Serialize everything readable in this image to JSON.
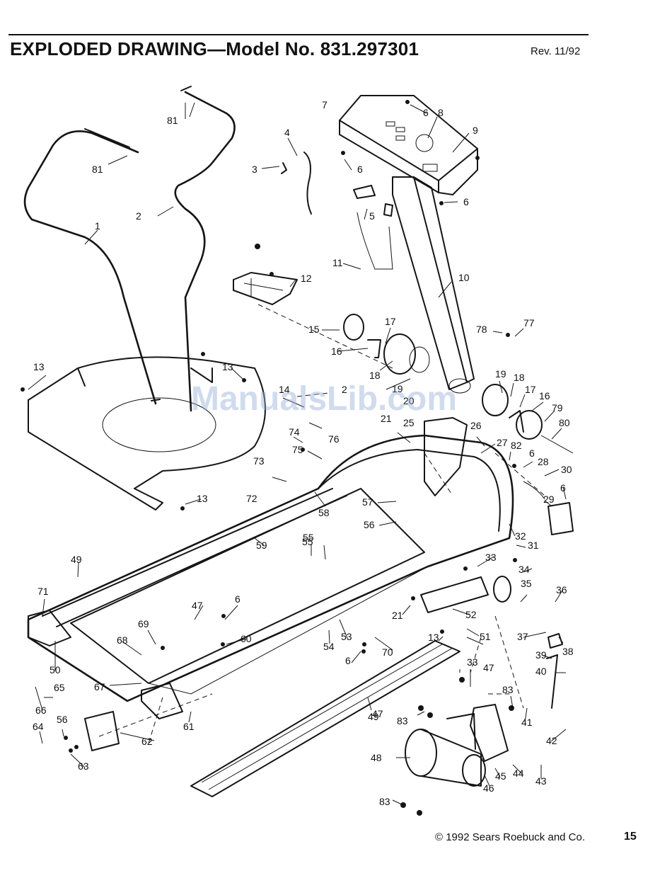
{
  "header": {
    "title": "EXPLODED DRAWING—Model No. 831.297301",
    "revision": "Rev. 11/92"
  },
  "footer": {
    "copyright": "© 1992 Sears Roebuck and Co.",
    "page_number": "15"
  },
  "watermark": "ManualsLib.com",
  "part_labels": [
    "1",
    "2",
    "3",
    "4",
    "5",
    "6",
    "7",
    "8",
    "9",
    "10",
    "11",
    "12",
    "13",
    "14",
    "15",
    "16",
    "17",
    "18",
    "19",
    "20",
    "21",
    "25",
    "26",
    "27",
    "28",
    "29",
    "30",
    "31",
    "32",
    "33",
    "34",
    "35",
    "36",
    "37",
    "38",
    "39",
    "40",
    "41",
    "42",
    "43",
    "44",
    "45",
    "46",
    "47",
    "48",
    "49",
    "50",
    "51",
    "52",
    "53",
    "54",
    "55",
    "56",
    "57",
    "58",
    "59",
    "60",
    "61",
    "62",
    "63",
    "64",
    "65",
    "66",
    "67",
    "68",
    "69",
    "70",
    "71",
    "72",
    "73",
    "74",
    "75",
    "76",
    "77",
    "78",
    "79",
    "80",
    "81",
    "82",
    "83"
  ]
}
